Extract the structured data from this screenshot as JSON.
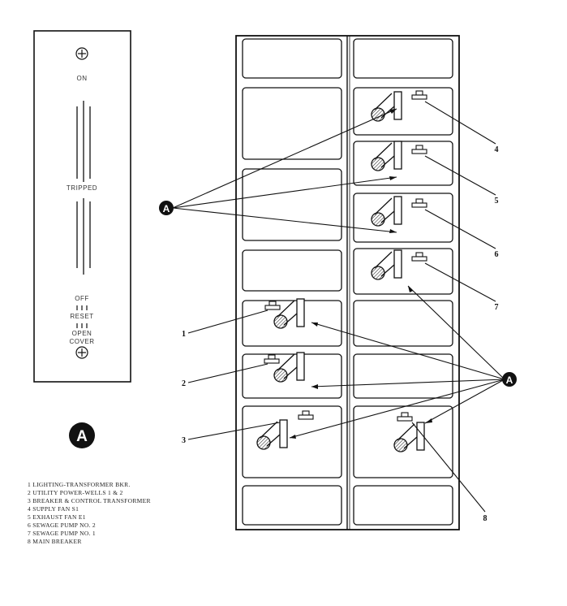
{
  "detail_panel": {
    "on_label": "ON",
    "tripped_label": "TRIPPED",
    "off_label": "OFF",
    "reset_label": "RESET",
    "open_label": "OPEN",
    "cover_label": "COVER",
    "badge": "A"
  },
  "callout_badge": "A",
  "item_numbers": [
    "1",
    "2",
    "3",
    "4",
    "5",
    "6",
    "7",
    "8"
  ],
  "legend": [
    "1  LIGHTING-TRANSFORMER BKR.",
    "2  UTILITY POWER-WELLS 1 & 2",
    "3  BREAKER & CONTROL TRANSFORMER",
    "4  SUPPLY FAN S1",
    "5  EXHAUST FAN E1",
    "6  SEWAGE PUMP NO. 2",
    "7  SEWAGE PUMP NO. 1",
    "8  MAIN BREAKER"
  ]
}
